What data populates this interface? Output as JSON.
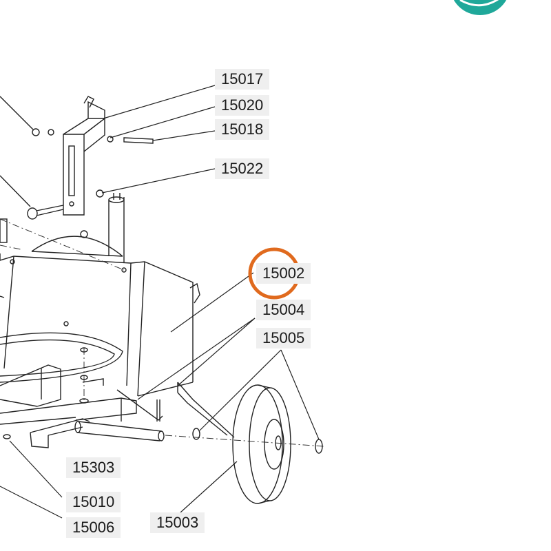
{
  "part_labels": [
    "15017",
    "15020",
    "15018",
    "15022",
    "15002",
    "15004",
    "15005",
    "15303",
    "15010",
    "15006",
    "15003"
  ],
  "colors": {
    "highlight_circle": "#e06a1e",
    "logo": "#1fa89a",
    "label_background": "#efefef"
  },
  "icons": {
    "logo": "brand-logo-icon"
  }
}
